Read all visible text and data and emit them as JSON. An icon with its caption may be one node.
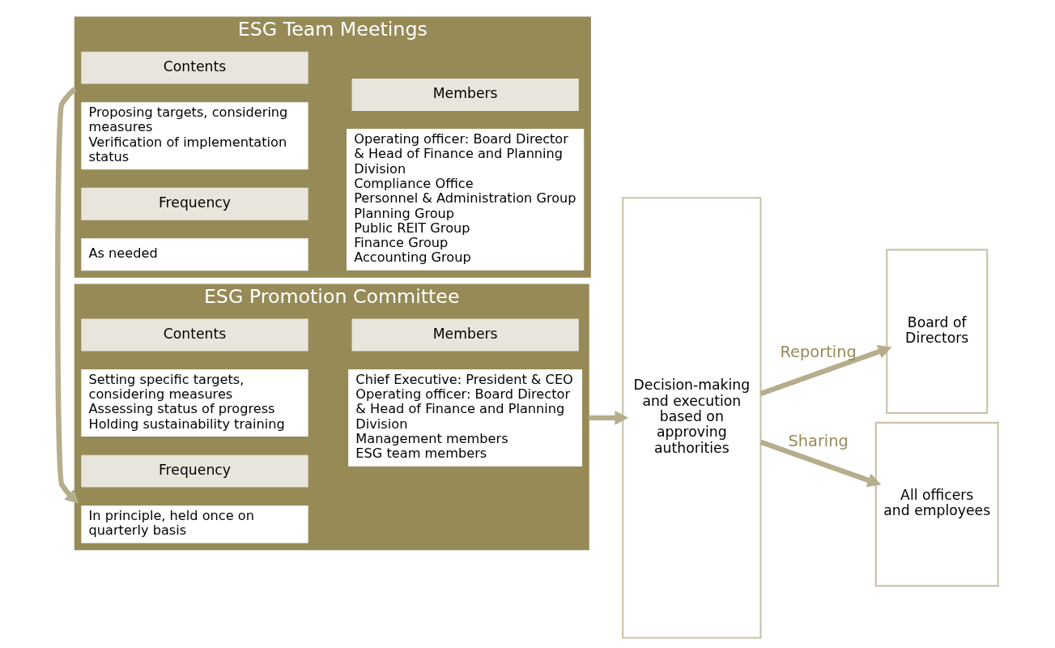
{
  "diagram": {
    "nodes": [
      {
        "text": [
          "ESG Promotion Committee"
        ]
      },
      {
        "text": [
          "Contents"
        ],
        "in": 0
      },
      {
        "text": [
          "Setting specific targets, considering measures",
          "Assessing status of progress",
          "Holding sustainability training"
        ],
        "in": 0
      },
      {
        "text": [
          "Frequency"
        ],
        "in": 0
      },
      {
        "text": [
          "In principle, held once on quarterly basis"
        ],
        "in": 0
      },
      {
        "text": [
          "Members"
        ],
        "in": 0
      },
      {
        "text": [
          "Chief Executive: President & CEO",
          "Operating officer: Board Director & Head of Finance and Planning Division",
          "Management members",
          "ESG team members"
        ],
        "in": 0
      },
      {
        "text": [
          "ESG Team Meetings"
        ]
      },
      {
        "text": [
          "Contents"
        ],
        "in": 7
      },
      {
        "text": [
          "Proposing targets, considering measures",
          "Verification of implementation status"
        ],
        "in": 7
      },
      {
        "text": [
          "Frequency"
        ],
        "in": 7
      },
      {
        "text": [
          "As needed"
        ],
        "in": 7
      },
      {
        "text": [
          "Members"
        ],
        "in": 7
      },
      {
        "text": [
          "Operating officer: Board Director & Head of Finance and Planning Division",
          "Compliance Office",
          "Personnel & Administration Group",
          "Planning Group",
          "Public REIT Group",
          "Finance Group",
          "Accounting Group"
        ],
        "in": 7
      },
      {
        "text": [
          "Decision-making and execution based on approving authorities"
        ]
      },
      {
        "text": [
          "Board of Directors"
        ]
      },
      {
        "text": [
          "All officers and employees"
        ]
      }
    ],
    "edges": [
      {
        "from": 7,
        "to": 0,
        "arrow": "to"
      },
      {
        "from": 0,
        "to": 14,
        "arrow": "to"
      },
      {
        "from": 14,
        "to": 15,
        "arrow": "to",
        "label": "Reporting"
      },
      {
        "from": 14,
        "to": 16,
        "arrow": "to",
        "label": "Sharing"
      }
    ]
  }
}
